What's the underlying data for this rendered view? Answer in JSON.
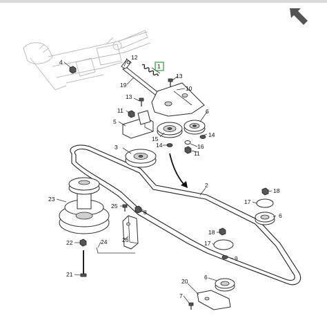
{
  "callouts": {
    "c1": "1",
    "c2": "2",
    "c3": "3",
    "c4": "4",
    "c5": "5",
    "c6a": "6",
    "c6b": "6",
    "c6c": "6",
    "c7": "7",
    "c8": "8",
    "c9": "9",
    "c10": "10",
    "c11a": "11",
    "c11b": "11",
    "c12": "12",
    "c13a": "13",
    "c13b": "13",
    "c14a": "14",
    "c14b": "14",
    "c15": "15",
    "c16": "16",
    "c17a": "17",
    "c17b": "17",
    "c18a": "18",
    "c18b": "18",
    "c19": "19",
    "c20": "20",
    "c21": "21",
    "c22": "22",
    "c23": "23",
    "c24": "24",
    "c25": "25",
    "c26": "26"
  },
  "colors": {
    "highlight": "#2e9b3c",
    "arrow_icon": "#555555"
  },
  "icons": {
    "nav": "back-arrow-icon"
  }
}
